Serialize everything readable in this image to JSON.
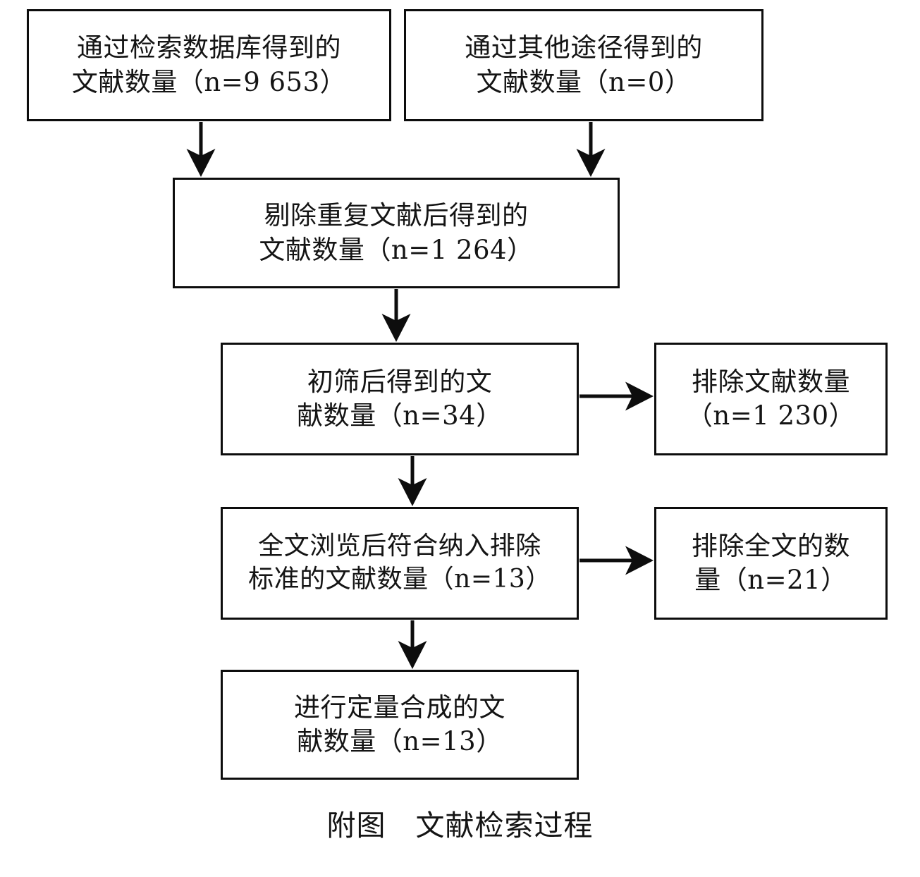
{
  "figure": {
    "caption": "附图　文献检索过程",
    "stroke_color": "#0d0d0d",
    "text_color": "#141414",
    "background_color": "#ffffff"
  },
  "chart_data": {
    "type": "diagram",
    "title": "附图　文献检索过程",
    "diagram_kind": "prisma-flow",
    "nodes": [
      {
        "id": "db",
        "label": "通过检索数据库得到的\n文献数量（n=9 653）",
        "n": 9653
      },
      {
        "id": "other",
        "label": "通过其他途径得到的\n文献数量（n=0）",
        "n": 0
      },
      {
        "id": "dedup",
        "label": "剔除重复文献后得到的\n文献数量（n=1 264）",
        "n": 1264
      },
      {
        "id": "screened",
        "label": "初筛后得到的文\n献数量（n=34）",
        "n": 34
      },
      {
        "id": "excluded1",
        "label": "排除文献数量\n（n=1 230）",
        "n": 1230
      },
      {
        "id": "fulltext",
        "label": "全文浏览后符合纳入排除\n标准的文献数量（n=13）",
        "n": 13
      },
      {
        "id": "excluded2",
        "label": "排除全文的数\n量（n=21）",
        "n": 21
      },
      {
        "id": "included",
        "label": "进行定量合成的文\n献数量（n=13）",
        "n": 13
      }
    ],
    "edges": [
      {
        "from": "db",
        "to": "dedup",
        "direction": "down"
      },
      {
        "from": "other",
        "to": "dedup",
        "direction": "down"
      },
      {
        "from": "dedup",
        "to": "screened",
        "direction": "down"
      },
      {
        "from": "screened",
        "to": "excluded1",
        "direction": "right"
      },
      {
        "from": "screened",
        "to": "fulltext",
        "direction": "down"
      },
      {
        "from": "fulltext",
        "to": "excluded2",
        "direction": "right"
      },
      {
        "from": "fulltext",
        "to": "included",
        "direction": "down"
      }
    ]
  },
  "nodes": {
    "db": "通过检索数据库得到的\n文献数量（n=9 653）",
    "other": "通过其他途径得到的\n文献数量（n=0）",
    "dedup": "剔除重复文献后得到的\n文献数量（n=1 264）",
    "screened": "初筛后得到的文\n献数量（n=34）",
    "excluded1": "排除文献数量\n（n=1 230）",
    "fulltext": "全文浏览后符合纳入排除\n标准的文献数量（n=13）",
    "excluded2": "排除全文的数\n量（n=21）",
    "included": "进行定量合成的文\n献数量（n=13）"
  }
}
